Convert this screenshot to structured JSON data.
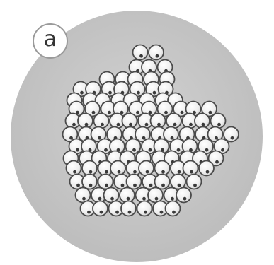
{
  "figure": {
    "panel_label": "a",
    "colors": {
      "disc_fill": "#c8c8c8",
      "particle_fill": "#f4f4f4",
      "particle_stroke": "#4a4a4a",
      "particle_dot": "#3a3a3a",
      "label_border": "#9a9a9a"
    },
    "particle_count": 82,
    "icons": {
      "disc": "grey-circle-background",
      "particle": "sphere-icon"
    }
  }
}
